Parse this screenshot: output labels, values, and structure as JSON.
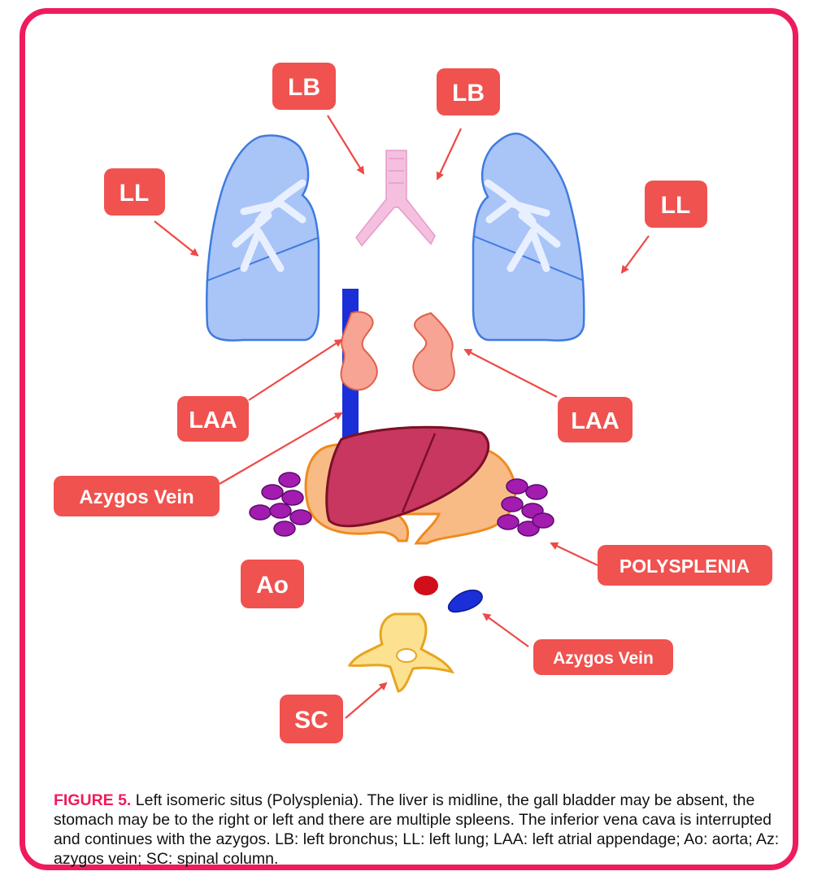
{
  "labels": {
    "lb_left": "LB",
    "lb_right": "LB",
    "ll_left": "LL",
    "ll_right": "LL",
    "laa_left": "LAA",
    "laa_right": "LAA",
    "azygos_upper": "Azygos Vein",
    "polysplenia": "POLYSPLENIA",
    "ao": "Ao",
    "azygos_lower": "Azygos Vein",
    "sc": "SC"
  },
  "caption": {
    "figure": "FIGURE 5.",
    "text": " Left isomeric situs (Polysplenia). The liver is midline, the gall bladder may be absent, the stomach may be to the right or left and there are multiple spleens. The inferior vena cava is interrupted and continues with the azygos. LB: left bronchus; LL: left lung; LAA: left atrial appendage; Ao: aorta; Az: azygos vein; SC: spinal column."
  },
  "colors": {
    "frame": "#ee1c5c",
    "label_bg": "#f0524f",
    "arrow": "#ee4a47",
    "lung": "#8fb3f5",
    "bronchus": "#f4b9dd",
    "appendage": "#f7a494",
    "liver": "#c0325c",
    "stomach": "#f6b37d",
    "spleen": "#a21caf",
    "azygos": "#1a2fd8",
    "aorta": "#d10e1a",
    "spine": "#fbe08e"
  }
}
